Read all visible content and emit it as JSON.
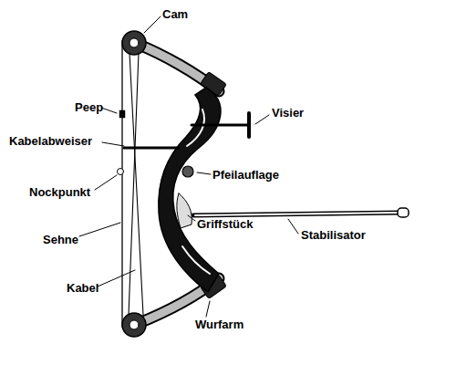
{
  "diagram": {
    "labels": [
      "Cam",
      "Peep",
      "Kabelabweiser",
      "Nockpunkt",
      "Sehne",
      "Kabel",
      "Visier",
      "Pfeilauflage",
      "Griffstück",
      "Stabilisator",
      "Wurfarm"
    ]
  }
}
